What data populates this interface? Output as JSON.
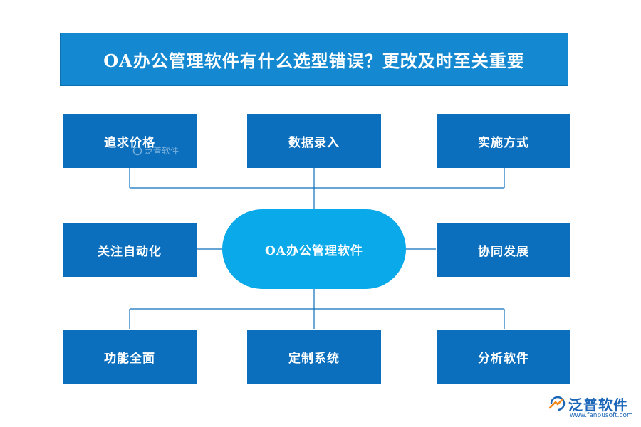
{
  "title": "OA办公管理软件有什么选型错误？更改及时至关重要",
  "center": "OA办公管理软件",
  "nodes": {
    "top_left": "追求价格",
    "top_middle": "数据录入",
    "top_right": "实施方式",
    "middle_left": "关注自动化",
    "middle_right": "协同发展",
    "bottom_left": "功能全面",
    "bottom_middle": "定制系统",
    "bottom_right": "分析软件"
  },
  "watermark": "泛普软件",
  "logo": {
    "name": "泛普软件",
    "url": "www.fanpusoft.com"
  },
  "colors": {
    "title_bg": "#1488d0",
    "box_bg": "#0b6fbd",
    "center_bg": "#0aa9ea",
    "line": "#0b6fbd",
    "logo": "#1b66b8"
  }
}
